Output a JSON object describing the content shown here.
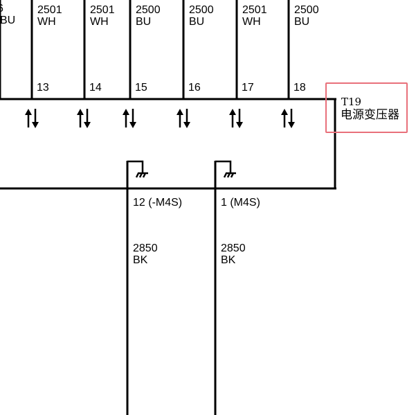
{
  "top_wires": [
    {
      "code": "2501",
      "color": "WH",
      "pin": "13"
    },
    {
      "code": "2501",
      "color": "WH",
      "pin": "14"
    },
    {
      "code": "2500",
      "color": "BU",
      "pin": "15"
    },
    {
      "code": "2500",
      "color": "BU",
      "pin": "16"
    },
    {
      "code": "2501",
      "color": "WH",
      "pin": "17"
    },
    {
      "code": "2500",
      "color": "BU",
      "pin": "18"
    }
  ],
  "partial_left_wire": {
    "code_tail": "6",
    "color": "BU"
  },
  "component": {
    "id": "T19",
    "name": "电源变压器",
    "highlight_color": "#e8707a"
  },
  "ground_wires": [
    {
      "pin_label": "12 (-M4S)",
      "code": "2850",
      "color": "BK"
    },
    {
      "pin_label": "1 (M4S)",
      "code": "2850",
      "color": "BK"
    }
  ]
}
